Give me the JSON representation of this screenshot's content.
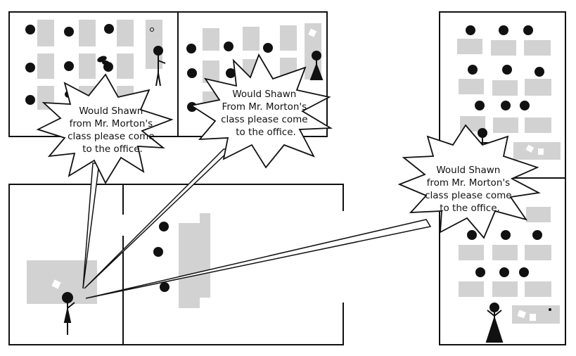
{
  "announcement": {
    "lines": [
      "Would Shawn",
      "from Mr. Morton's",
      "class please come",
      "to the office."
    ],
    "lines_alt": [
      "Would Shawn",
      "From Mr. Morton's",
      "class please come",
      "to the office."
    ]
  },
  "colors": {
    "desk": "#d2d2d2",
    "student": "#111111",
    "line": "#111111",
    "background": "#ffffff"
  },
  "rooms": [
    {
      "id": "classroom-top-left",
      "students": 9
    },
    {
      "id": "classroom-top-middle",
      "students": 9
    },
    {
      "id": "classroom-right-upper",
      "students": 10
    },
    {
      "id": "classroom-right-lower",
      "students": 9
    },
    {
      "id": "office",
      "students": 3
    }
  ],
  "bubbles": [
    {
      "id": "bubble-top-left",
      "variant": "lines"
    },
    {
      "id": "bubble-top-middle",
      "variant": "lines_alt"
    },
    {
      "id": "bubble-right",
      "variant": "lines"
    }
  ]
}
